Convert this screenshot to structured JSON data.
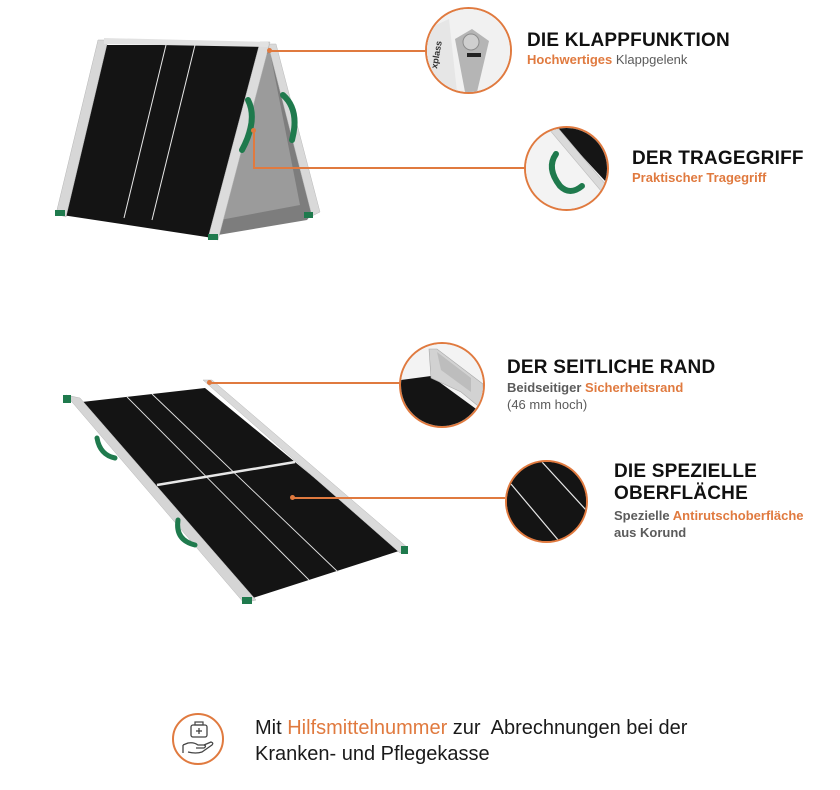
{
  "features": [
    {
      "title": "DIE KLAPPFUNKTION",
      "subtitle_parts": [
        {
          "text": "Hochwertiges ",
          "accent": true
        },
        {
          "text": "Klappgelenk",
          "accent": false
        }
      ]
    },
    {
      "title": "DER TRAGEGRIFF",
      "subtitle_parts": [
        {
          "text": "Praktischer Tragegriff",
          "accent": true
        }
      ]
    },
    {
      "title": "DER SEITLICHE RAND",
      "subtitle_parts": [
        {
          "text": "Beidseitiger ",
          "accent": false
        },
        {
          "text": "Sicherheitsrand",
          "accent": true
        }
      ],
      "note": "(46 mm hoch)"
    },
    {
      "title_line1": "DIE SPEZIELLE",
      "title_line2": "OBERFLÄCHE",
      "subtitle_parts": [
        {
          "text": "Spezielle ",
          "accent": false
        },
        {
          "text": "Antirutschoberfläche",
          "accent": true
        }
      ],
      "note": "aus Korund"
    }
  ],
  "footer": {
    "prefix": "Mit ",
    "highlight": "Hilfsmittelnummer",
    "suffix": " zur  Abrechnungen bei der",
    "line2": "Kranken- und Pflegekasse",
    "icon": "medical-kit-hand-icon"
  },
  "colors": {
    "accent": "#e07a3f",
    "title": "#111111",
    "subtitle": "#5b5b5b",
    "ramp_surface": "#141414",
    "ramp_frame": "#c9c9c9",
    "handle": "#1f7a4d"
  }
}
